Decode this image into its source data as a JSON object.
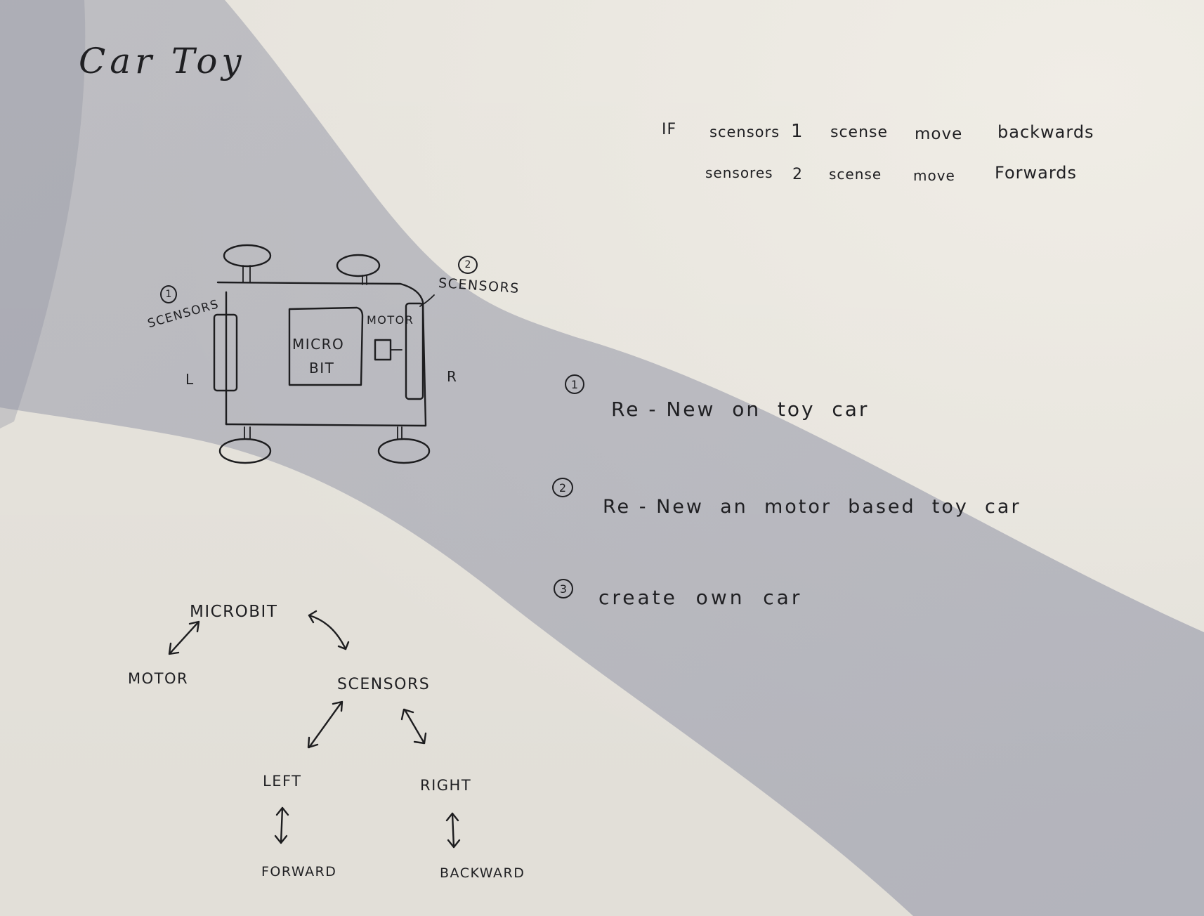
{
  "title": "Car Toy",
  "rules": {
    "line1": [
      "IF",
      "scensors",
      "1",
      "scense",
      "move",
      "backwards"
    ],
    "line2": [
      "sensores",
      "2",
      "scense",
      "move",
      "Forwards"
    ]
  },
  "car_sketch": {
    "sensor_left_number": "1",
    "sensor_left_label": "SCENSORS",
    "sensor_right_number": "2",
    "sensor_right_label": "SCENSORS",
    "left_label": "L",
    "right_label": "R",
    "microbit_label_line1": "MICRO",
    "microbit_label_line2": "BIT",
    "motor_label": "MOTOR"
  },
  "options": [
    {
      "number": "1",
      "text": "Re - New  on  toy  car"
    },
    {
      "number": "2",
      "text": "Re - New  an  motor  based  toy  car"
    },
    {
      "number": "3",
      "text": "create  own  car"
    }
  ],
  "tree": {
    "root": "MICROBIT",
    "motor": "MOTOR",
    "sensors": "SCENSORS",
    "left": "LEFT",
    "right": "RIGHT",
    "forward": "FORWARD",
    "backward": "BACKWARD"
  },
  "colors": {
    "ink": "#1d1d1f",
    "paper": "#e6e3dc",
    "shadow": "#a7a9b6"
  }
}
